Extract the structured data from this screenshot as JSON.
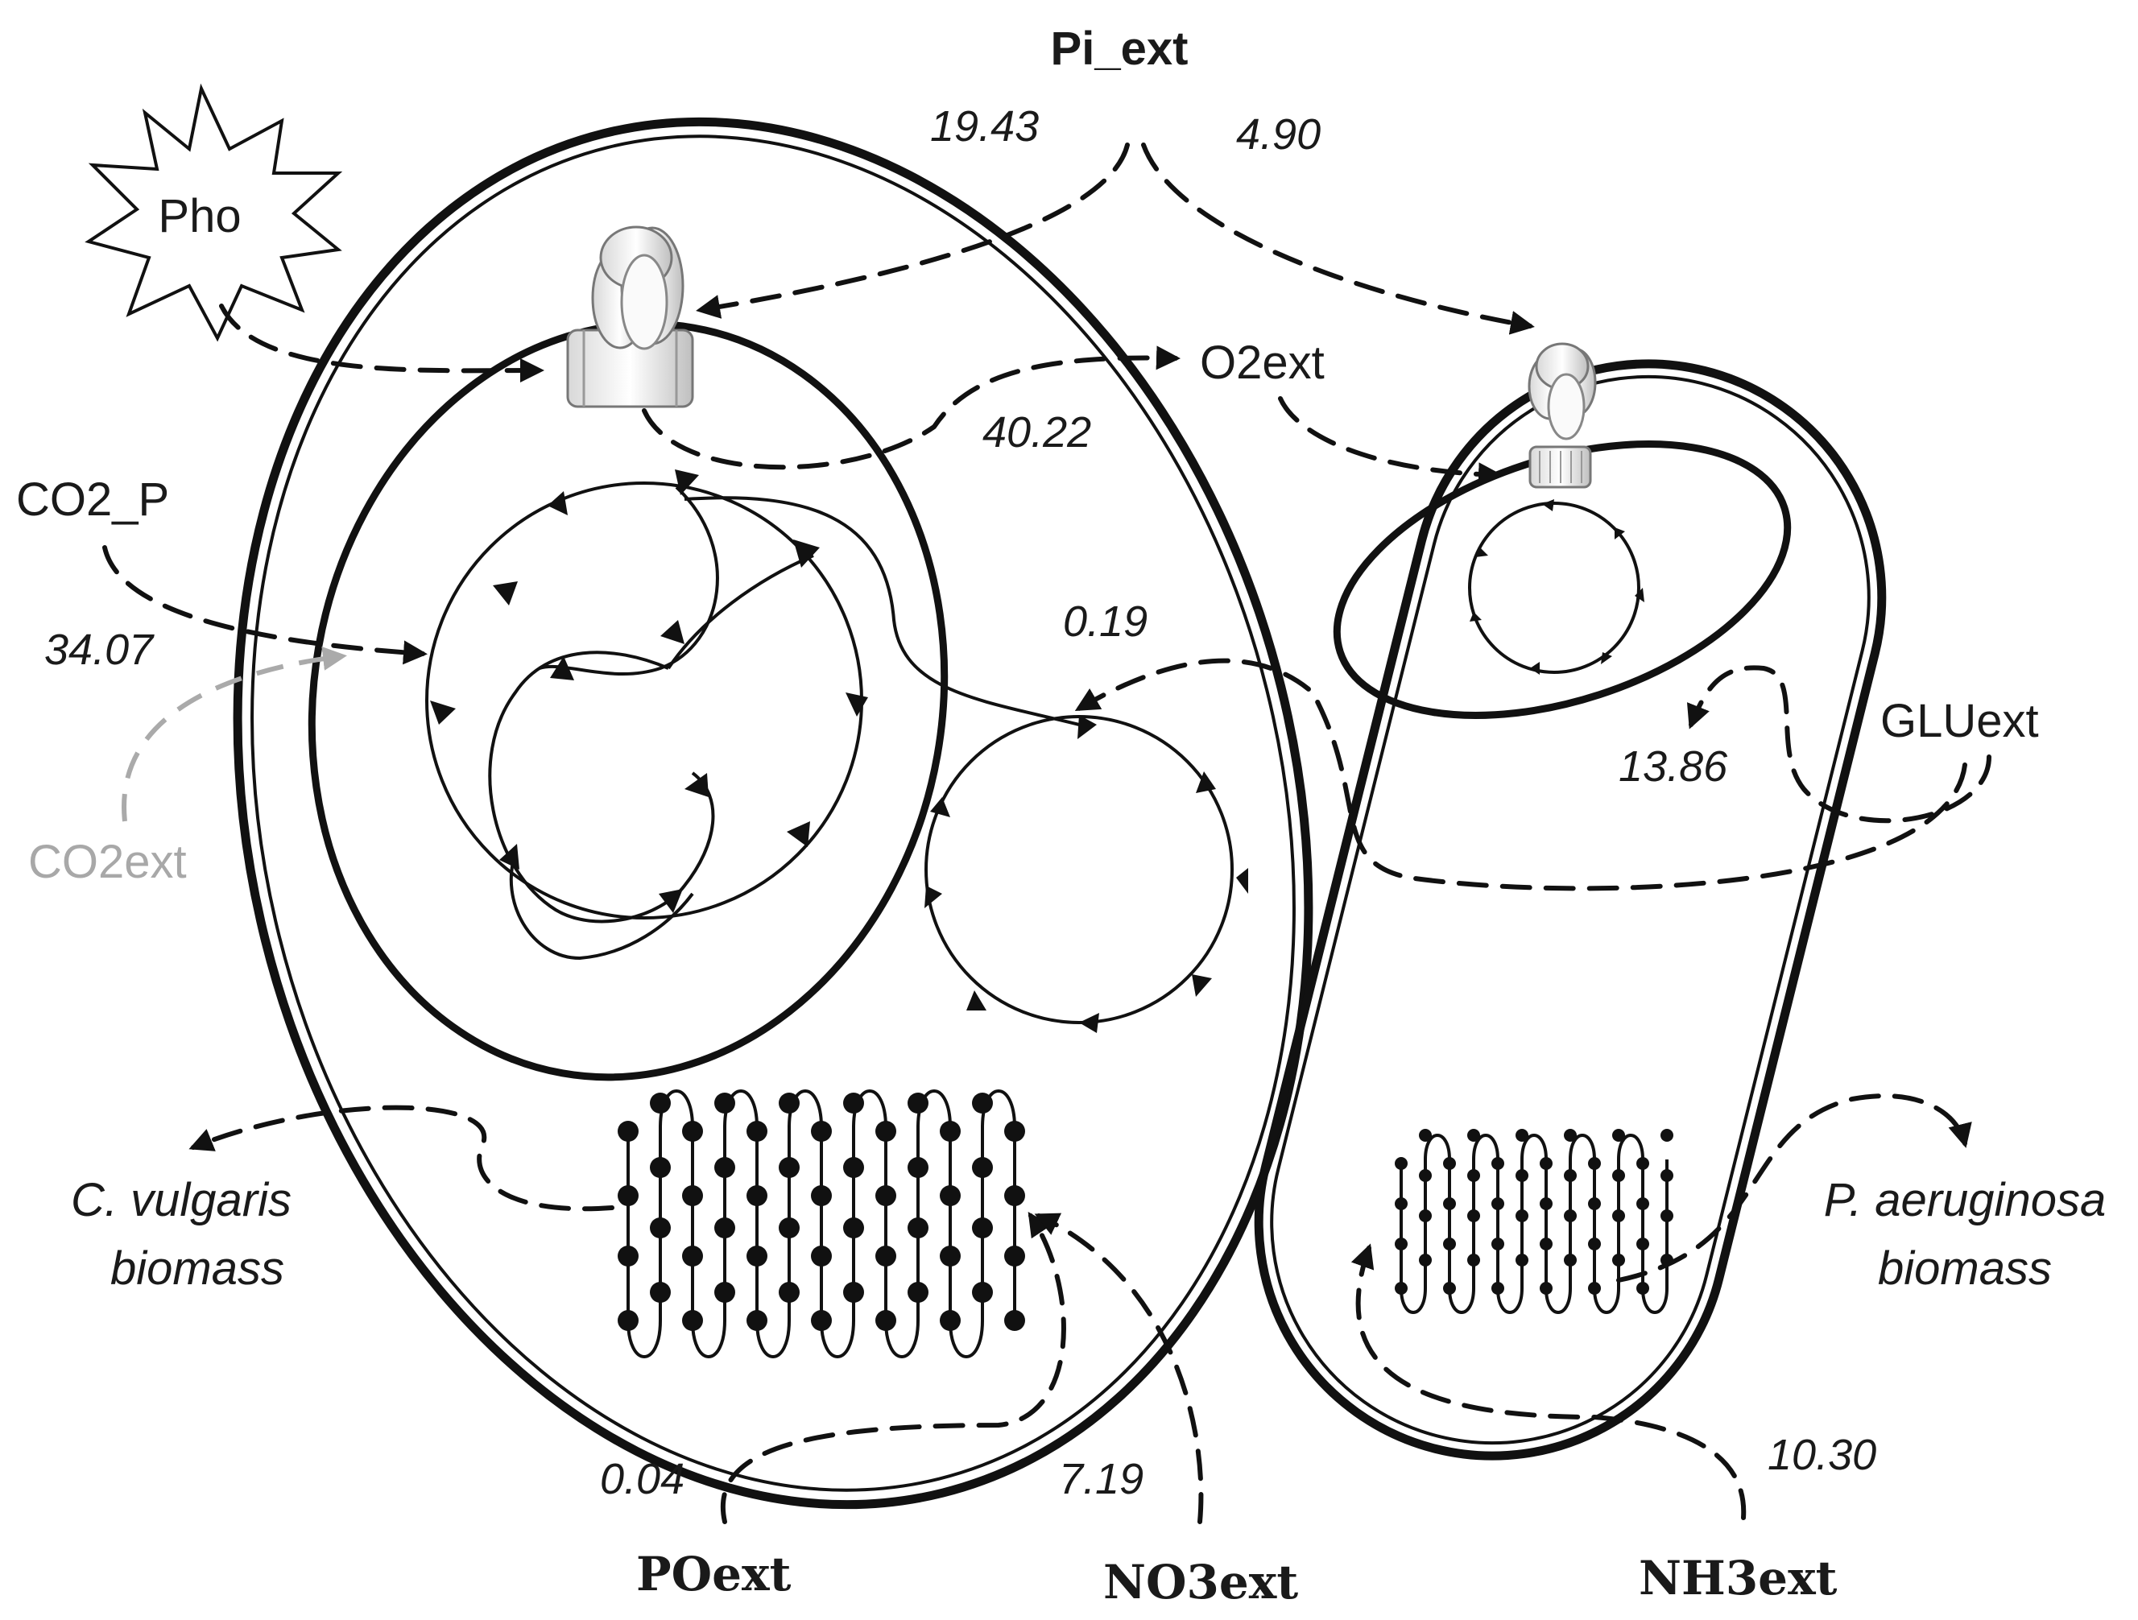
{
  "labels": {
    "pi_ext": "Pi_ext",
    "pho": "Pho",
    "o2ext": "O2ext",
    "co2_p": "CO2_P",
    "co2ext": "CO2ext",
    "gluext": "GLUext",
    "poext": "POext",
    "no3ext": "NO3ext",
    "nh3ext": "NH3ext",
    "c_vulgaris_line1": "C. vulgaris",
    "c_vulgaris_line2": "biomass",
    "p_aeruginosa_line1": "P. aeruginosa",
    "p_aeruginosa_line2": "biomass"
  },
  "fluxes": {
    "pi_to_algae": "19.43",
    "pi_to_bacteria": "4.90",
    "o2": "40.22",
    "co2_p": "34.07",
    "glu_to_algae": "0.19",
    "glu_to_bacteria": "13.86",
    "poext": "0.04",
    "no3ext": "7.19",
    "nh3ext": "10.30"
  },
  "colors": {
    "ink": "#111111",
    "co2ext_grey": "#a8a8a8"
  }
}
